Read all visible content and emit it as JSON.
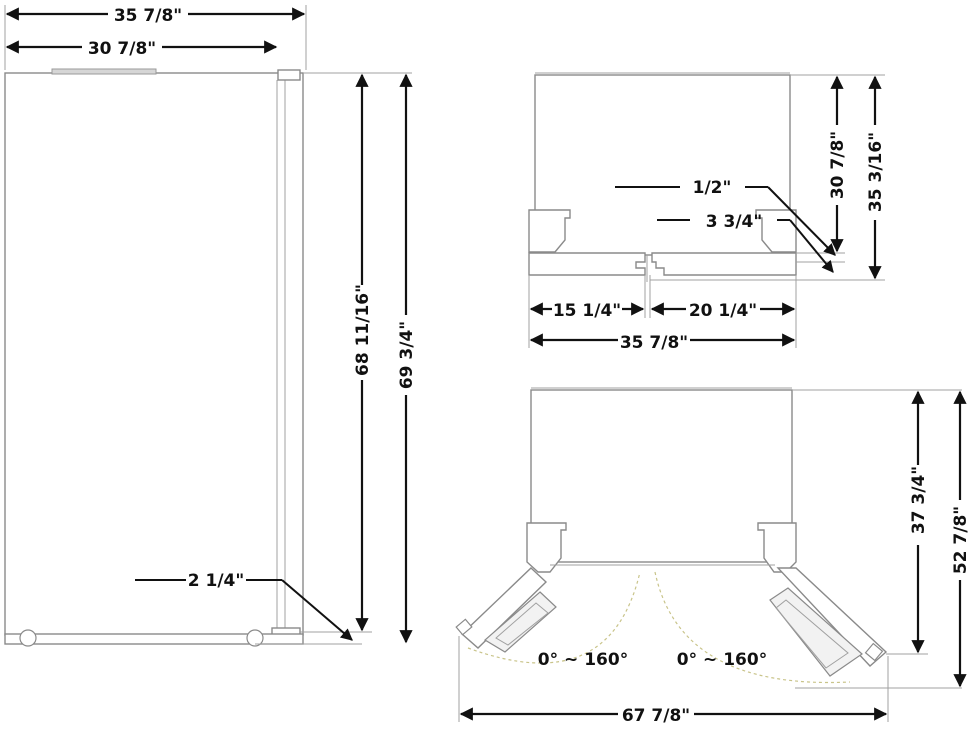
{
  "front_view": {
    "overall_width": "35 7/8\"",
    "cabinet_width": "30 7/8\"",
    "cabinet_height": "68 11/16\"",
    "overall_height": "69 3/4\"",
    "door_offset": "2 1/4\""
  },
  "top_view": {
    "cabinet_depth": "30 7/8\"",
    "overall_depth": "35 3/16\"",
    "door_gap": "1/2\"",
    "door_thickness": "3 3/4\"",
    "left_door_width": "15 1/4\"",
    "right_door_width": "20 1/4\"",
    "overall_width": "35 7/8\""
  },
  "door_open_view": {
    "depth_to_door_edge": "37 3/4\"",
    "overall_depth": "52 7/8\"",
    "left_swing": "0° ~ 160°",
    "right_swing": "0° ~ 160°",
    "overall_width": "67 7/8\""
  }
}
